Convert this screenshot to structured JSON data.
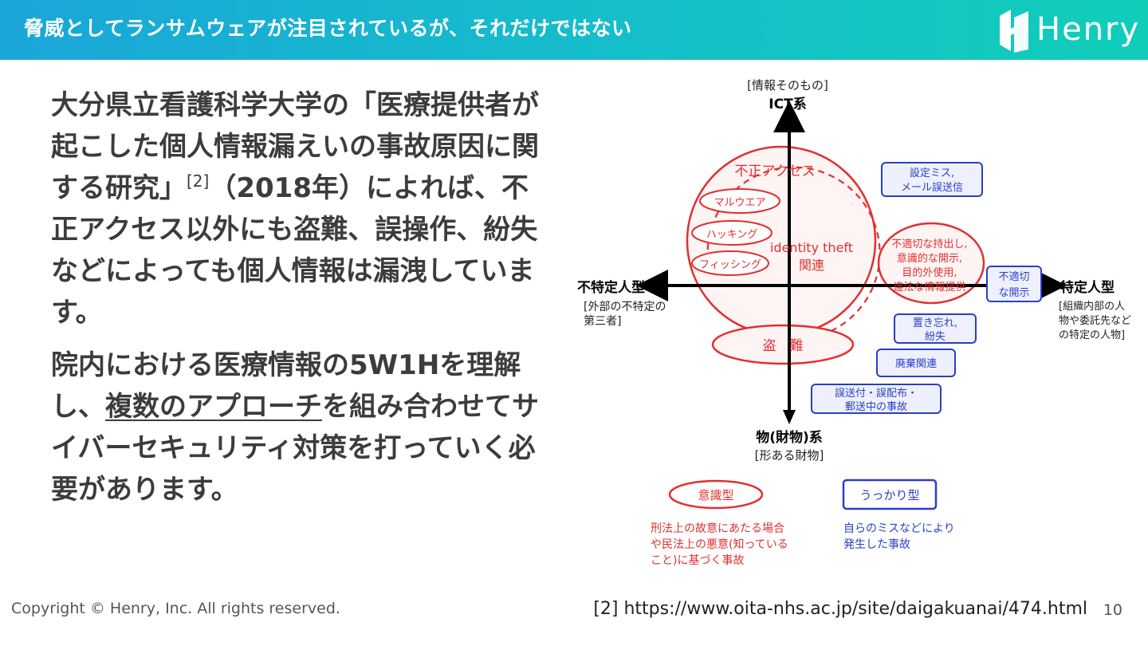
{
  "header": {
    "title": "脅威としてランサムウェアが注目されているが、それだけではない",
    "logo_text": "Henry"
  },
  "body": {
    "p1_text": "大分県立看護科学大学の「医療提供者が起こした個人情報漏えいの事故原因に関する研究」",
    "p1_ref": "[2]",
    "p1_rest": "（2018年）によれば、不正アクセス以外にも盗難、誤操作、紛失などによっても個人情報は漏洩しています。",
    "p2_before": "院内における医療情報の5W1Hを理解し、",
    "p2_underlined": "複数のアプローチ",
    "p2_after": "を組み合わせてサイバーセキュリティ対策を打っていく必要があります。"
  },
  "diagram": {
    "colors": {
      "red": "#e03030",
      "blue": "#2a3fc8",
      "axis": "#000000",
      "fill_red": "#fbe3e3",
      "fill_blue": "#e6ebfb"
    },
    "top_note": "[情報そのもの]",
    "top_label": "ICT系",
    "bottom_label": "物(財物)系",
    "bottom_note": "[形ある財物]",
    "left_label": "不特定人型",
    "left_note_1": "[外部の不特定の",
    "left_note_2": "第三者]",
    "right_label": "特定人型",
    "right_note_1": "[組織内部の人",
    "right_note_2": "物や委託先など",
    "right_note_3": "の特定の人物]",
    "big_circle_label": "不正アクセス",
    "malware": "マルウエア",
    "hacking": "ハッキング",
    "phishing": "フィッシング",
    "identity_1": "identity theft",
    "identity_2": "関連",
    "inappropriate_1": "不適切な持出し,",
    "inappropriate_2": "意識的な開示,",
    "inappropriate_3": "目的外使用,",
    "inappropriate_4": "違法な情報提供",
    "theft": "盗　難",
    "box_settings_1": "設定ミス,",
    "box_settings_2": "メール誤送信",
    "box_disclose_1": "不適切",
    "box_disclose_2": "な開示",
    "box_lost_1": "置き忘れ,",
    "box_lost_2": "紛失",
    "box_disposal": "廃棄関連",
    "box_misdelivery_1": "誤送付・誤配布・",
    "box_misdelivery_2": "郵送中の事故",
    "legend_conscious": "意識型",
    "legend_careless": "うっかり型",
    "conscious_desc_1": "刑法上の故意にあたる場合",
    "conscious_desc_2": "や民法上の悪意(知っている",
    "conscious_desc_3": "こと)に基づく事故",
    "careless_desc_1": "自らのミスなどにより",
    "careless_desc_2": "発生した事故"
  },
  "footer": {
    "copyright": "Copyright © Henry, Inc. All rights reserved.",
    "reference": "[2] https://www.oita-nhs.ac.jp/site/daigakuanai/474.html",
    "page": "10"
  }
}
